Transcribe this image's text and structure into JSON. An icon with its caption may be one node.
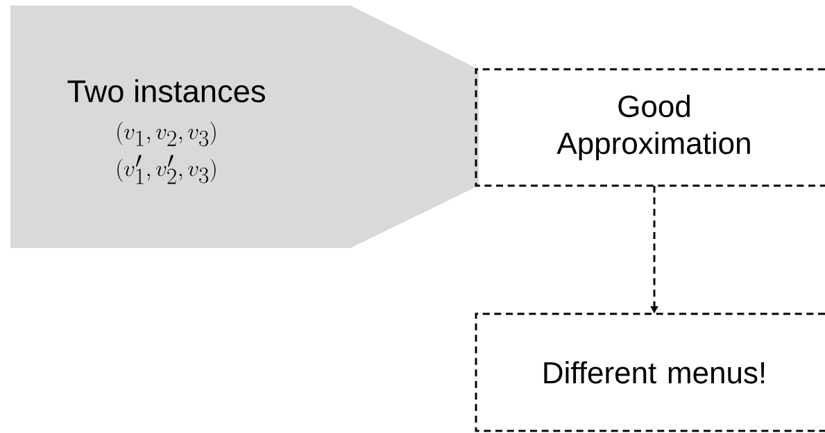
{
  "diagram": {
    "nodes": [
      {
        "text": [
          "Two instances",
          "(v_1, v_2, v_3)",
          "(v'_1, v'_2, v_3)"
        ]
      },
      {
        "text": [
          "Good Approximation"
        ]
      },
      {
        "text": [
          "Different menus!"
        ]
      }
    ],
    "edges": [
      {
        "from": 1,
        "to": 2,
        "arrow": "to",
        "style": "dashed"
      }
    ]
  }
}
